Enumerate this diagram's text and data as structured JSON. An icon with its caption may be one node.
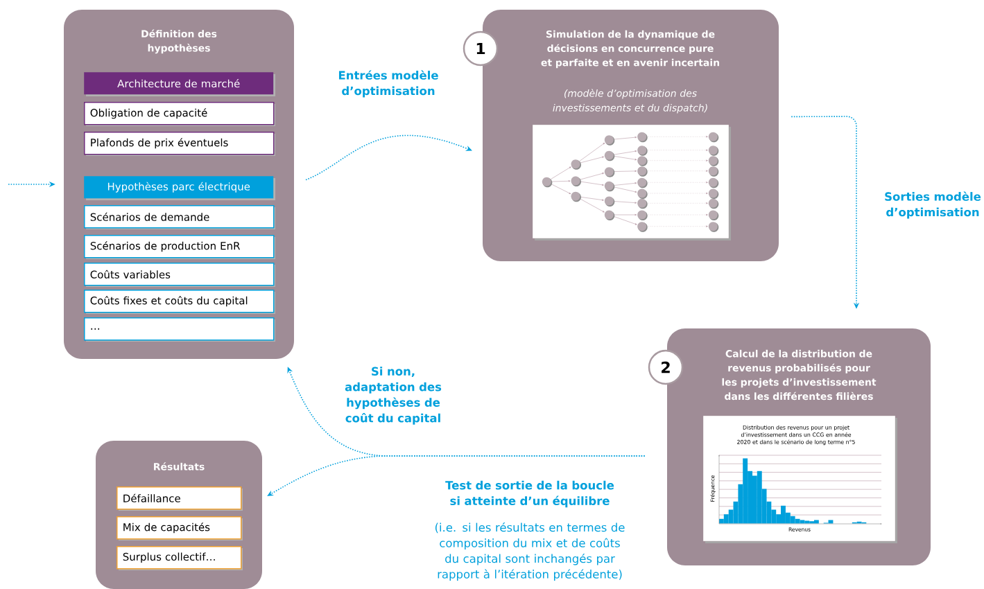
{
  "diagram": {
    "nodes": [
      {
        "text": [
          "Définition des hypothèses"
        ]
      },
      {
        "text": [
          "Architecture de marché"
        ],
        "in": 0
      },
      {
        "text": [
          "Obligation de capacité"
        ],
        "in": 0
      },
      {
        "text": [
          "Plafonds de prix éventuels"
        ],
        "in": 0
      },
      {
        "text": [
          "Hypothèses parc électrique"
        ],
        "in": 0
      },
      {
        "text": [
          "Scénarios de demande"
        ],
        "in": 0
      },
      {
        "text": [
          "Scénarios de production EnR"
        ],
        "in": 0
      },
      {
        "text": [
          "Coûts variables"
        ],
        "in": 0
      },
      {
        "text": [
          "Coûts fixes et coûts du capital"
        ],
        "in": 0
      },
      {
        "text": [
          "…"
        ],
        "in": 0
      },
      {
        "text": [
          "Simulation de la dynamique de décisions en concurrence pure et parfaite et en avenir incertain",
          "(modèle d’optimisation des investissements et du dispatch)"
        ]
      },
      {
        "text": [
          "1"
        ]
      },
      {
        "text": [
          "Calcul de la distribution de revenus probabilisés pour les projets d’investissement dans les différentes filières"
        ]
      },
      {
        "text": [
          "2"
        ]
      },
      {
        "text": [
          "Résultats"
        ]
      },
      {
        "text": [
          "Défaillance"
        ],
        "in": 14
      },
      {
        "text": [
          "Mix de capacités"
        ],
        "in": 14
      },
      {
        "text": [
          "Surplus collectif…"
        ],
        "in": 14
      }
    ],
    "edges": [
      {
        "from": null,
        "to": 0,
        "arrow": "to"
      },
      {
        "from": 0,
        "to": 10,
        "arrow": "to",
        "label": "Entrées modèle d’optimisation"
      },
      {
        "from": 10,
        "to": 12,
        "arrow": "to",
        "label": "Sorties modèle d’optimisation"
      },
      {
        "from": 12,
        "to": 0,
        "arrow": "to",
        "label": "Si non, adaptation des hypothèses de coût du capital"
      },
      {
        "from": 12,
        "to": 14,
        "arrow": "to",
        "label": "Test de sortie de la boucle si atteinte d’un équilibre"
      }
    ],
    "labels": [
      "Distribution des revenus pour un projet d’investissement dans un CCG en année 2020 et dans le scénario de long terme n°5",
      "Fréquence",
      "Revenus",
      "(i.e. si les résultats en termes de composition du mix et de coûts du capital sont inchangés par rapport à l’itération précédente)"
    ]
  }
}
